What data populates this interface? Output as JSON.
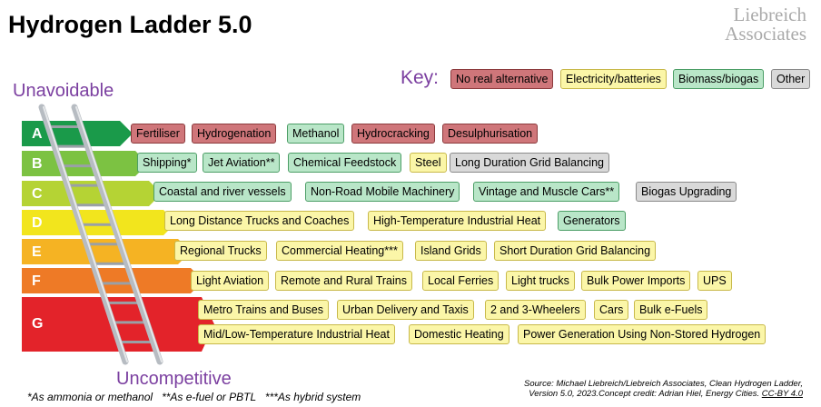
{
  "title": "Hydrogen Ladder 5.0",
  "logo": {
    "line1": "Liebreich",
    "line2": "Associates"
  },
  "key": {
    "label": "Key:",
    "items": [
      {
        "label": "No real alternative",
        "category": "none"
      },
      {
        "label": "Electricity/batteries",
        "category": "elec"
      },
      {
        "label": "Biomass/biogas",
        "category": "bio"
      },
      {
        "label": "Other",
        "category": "other"
      }
    ]
  },
  "top_label": "Unavoidable",
  "bottom_label": "Uncompetitive",
  "colors": {
    "none": "#cf767a",
    "elec": "#fbf6a8",
    "bio": "#b9e6c8",
    "other": "#d9d9d9",
    "accent_purple": "#7b3fa0",
    "arrows": [
      "#1a9a4a",
      "#7cc242",
      "#b5d334",
      "#f2e51d",
      "#f5b323",
      "#ee7a26",
      "#e3232a"
    ]
  },
  "rungs": [
    {
      "letter": "A",
      "tags": [
        {
          "label": "Fertiliser",
          "category": "none"
        },
        {
          "label": "Hydrogenation",
          "category": "none"
        },
        {
          "label": "Methanol",
          "category": "bio"
        },
        {
          "label": "Hydrocracking",
          "category": "none"
        },
        {
          "label": "Desulphurisation",
          "category": "none"
        }
      ]
    },
    {
      "letter": "B",
      "tags": [
        {
          "label": "Shipping*",
          "category": "bio"
        },
        {
          "label": "Jet Aviation**",
          "category": "bio"
        },
        {
          "label": "Chemical Feedstock",
          "category": "bio"
        },
        {
          "label": "Steel",
          "category": "elec"
        },
        {
          "label": "Long Duration Grid Balancing",
          "category": "other"
        }
      ]
    },
    {
      "letter": "C",
      "tags": [
        {
          "label": "Coastal and river vessels",
          "category": "bio"
        },
        {
          "label": "Non-Road Mobile Machinery",
          "category": "bio"
        },
        {
          "label": "Vintage and Muscle Cars**",
          "category": "bio"
        },
        {
          "label": "Biogas Upgrading",
          "category": "other"
        }
      ]
    },
    {
      "letter": "D",
      "tags": [
        {
          "label": "Long Distance Trucks and Coaches",
          "category": "elec"
        },
        {
          "label": "High-Temperature Industrial Heat",
          "category": "elec"
        },
        {
          "label": "Generators",
          "category": "bio"
        }
      ]
    },
    {
      "letter": "E",
      "tags": [
        {
          "label": "Regional Trucks",
          "category": "elec"
        },
        {
          "label": "Commercial Heating***",
          "category": "elec"
        },
        {
          "label": "Island Grids",
          "category": "elec"
        },
        {
          "label": "Short Duration Grid Balancing",
          "category": "elec"
        }
      ]
    },
    {
      "letter": "F",
      "tags": [
        {
          "label": "Light Aviation",
          "category": "elec"
        },
        {
          "label": "Remote and Rural Trains",
          "category": "elec"
        },
        {
          "label": "Local Ferries",
          "category": "elec"
        },
        {
          "label": "Light trucks",
          "category": "elec"
        },
        {
          "label": "Bulk Power Imports",
          "category": "elec"
        },
        {
          "label": "UPS",
          "category": "elec"
        }
      ]
    },
    {
      "letter": "G",
      "tags": [
        {
          "label": "Metro Trains and Buses",
          "category": "elec"
        },
        {
          "label": "Urban Delivery and Taxis",
          "category": "elec"
        },
        {
          "label": "2 and 3-Wheelers",
          "category": "elec"
        },
        {
          "label": "Cars",
          "category": "elec"
        },
        {
          "label": "Bulk e-Fuels",
          "category": "elec"
        },
        {
          "label": "Mid/Low-Temperature Industrial Heat",
          "category": "elec"
        },
        {
          "label": "Domestic Heating",
          "category": "elec"
        },
        {
          "label": "Power Generation Using Non-Stored Hydrogen",
          "category": "elec"
        }
      ]
    }
  ],
  "footnote": "*As ammonia or methanol   **As e-fuel or PBTL   ***As hybrid system",
  "source": {
    "line1": "Source: Michael Liebreich/Liebreich Associates, Clean Hydrogen Ladder,",
    "line2": "Version 5.0, 2023.Concept credit: Adrian Hiel, Energy Cities.",
    "license": "CC-BY 4.0"
  }
}
